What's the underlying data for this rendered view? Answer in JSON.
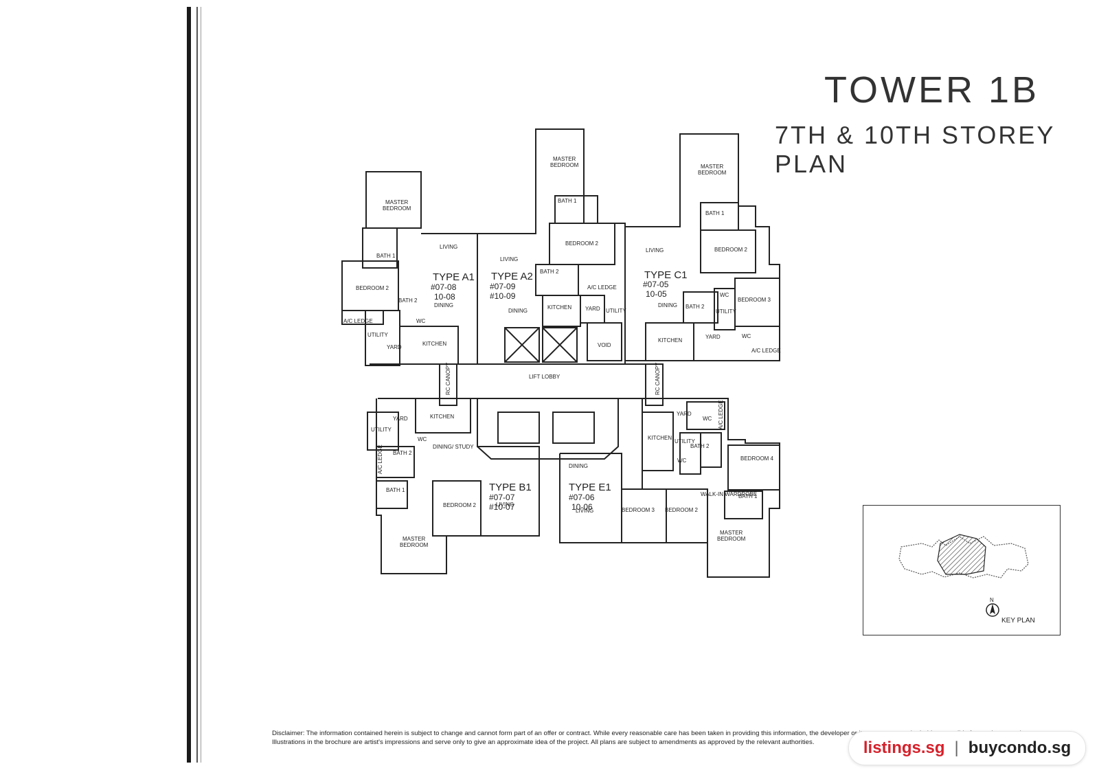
{
  "header": {
    "title": "TOWER 1B",
    "subtitle": "7TH & 10TH STOREY PLAN"
  },
  "units": [
    {
      "type": "TYPE A1",
      "numbers": [
        "#07-08",
        "10-08"
      ]
    },
    {
      "type": "TYPE A2",
      "numbers": [
        "#07-09",
        "#10-09"
      ]
    },
    {
      "type": "TYPE C1",
      "numbers": [
        "#07-05",
        "10-05"
      ]
    },
    {
      "type": "TYPE B1",
      "numbers": [
        "#07-07",
        "#10-07"
      ]
    },
    {
      "type": "TYPE E1",
      "numbers": [
        "#07-06",
        "10-06"
      ]
    }
  ],
  "rooms": {
    "master_bedroom": "MASTER BEDROOM",
    "master": "MASTER",
    "bedroom_word": "BEDROOM",
    "bedroom_2": "BEDROOM 2",
    "bedroom_3": "BEDROOM 3",
    "bedroom_4": "BEDROOM 4",
    "bath_1": "BATH 1",
    "bath_2": "BATH 2",
    "living": "LIVING",
    "dining": "DINING",
    "dining_study": "DINING/ STUDY",
    "kitchen": "KITCHEN",
    "yard": "YARD",
    "utility": "UTILITY",
    "wc": "WC",
    "ac_ledge": "A/C LEDGE",
    "void": "VOID",
    "lift_lobby": "LIFT LOBBY",
    "rc_canopy": "RC CANOPY",
    "walk_in_wardrobe": "WALK-IN WARDROBE"
  },
  "key_plan": {
    "label": "KEY PLAN",
    "north": "N"
  },
  "disclaimer": "Disclaimer: The information contained herein is subject to change and cannot form part of an offer or contract. While every reasonable care has been taken in providing this information, the developer or its agents cannot be held responsible for any inaccuracies. Illustrations in the brochure are artist's impressions and serve only to give an approximate idea of the project. All plans are subject to amendments as approved by the relevant authorities.",
  "watermark": {
    "site_a": "listings.sg",
    "separator": "|",
    "site_b": "buycondo.sg"
  }
}
